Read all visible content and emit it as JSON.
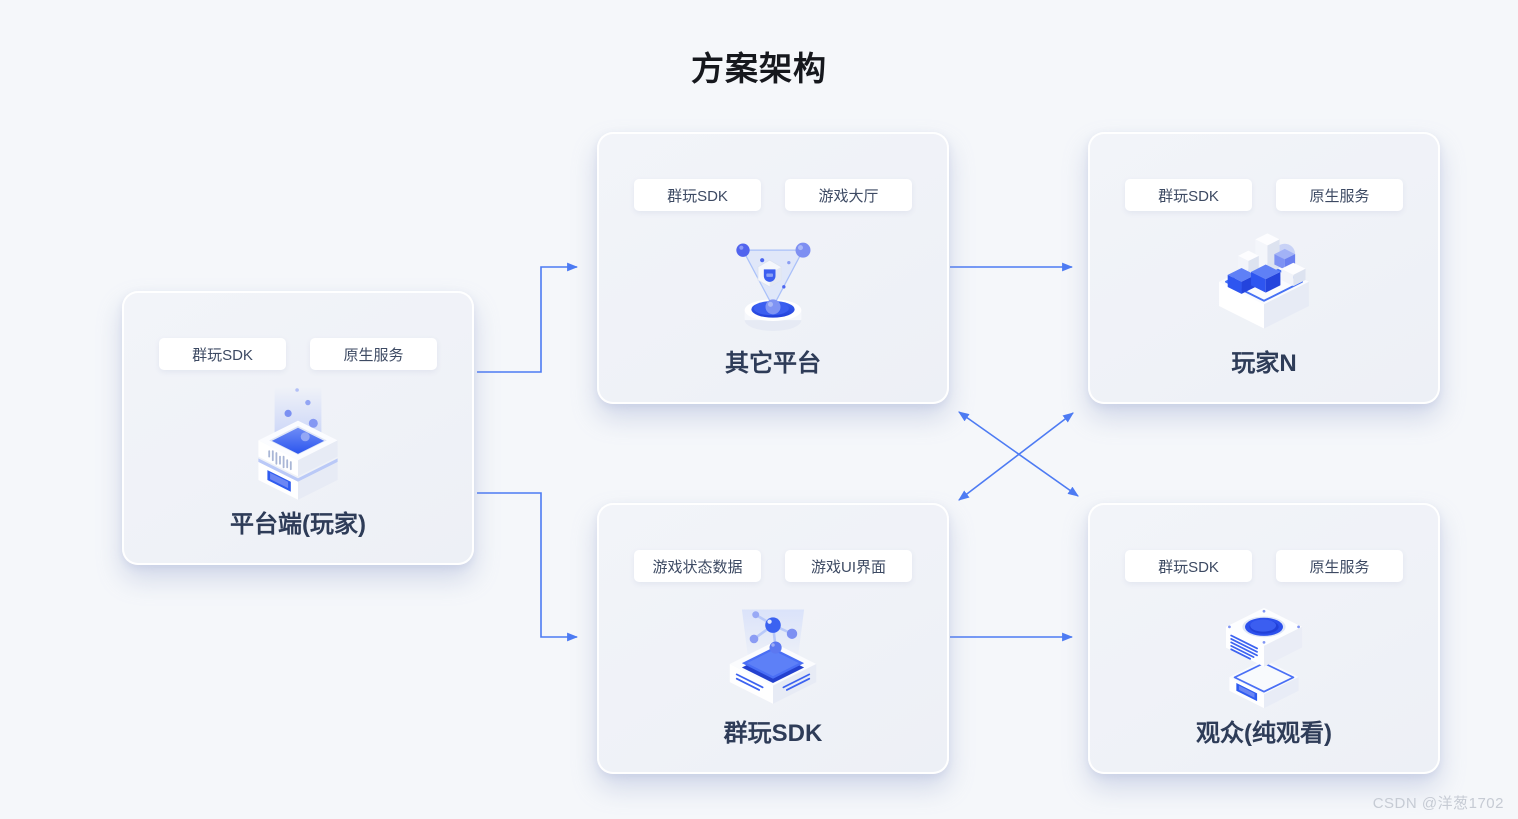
{
  "page": {
    "title": "方案架构",
    "watermark": "CSDN @洋葱1702"
  },
  "colors": {
    "page_bg": "#f5f7fa",
    "card_bg": "#eef1f7",
    "accent_blue": "#2f5cf0",
    "arrow_blue": "#4d7bf3",
    "heading_text": "#16181d",
    "card_title_text": "#2e3c58",
    "tag_text": "#3d4a63",
    "watermark_text": "#c6cbd4"
  },
  "cards": [
    {
      "id": "platform-player",
      "title": "平台端(玩家)",
      "tags": [
        "群玩SDK",
        "原生服务"
      ],
      "icon": "server-stack-icon"
    },
    {
      "id": "other-platform",
      "title": "其它平台",
      "tags": [
        "群玩SDK",
        "游戏大厅"
      ],
      "icon": "network-funnel-icon"
    },
    {
      "id": "player-n",
      "title": "玩家N",
      "tags": [
        "群玩SDK",
        "原生服务"
      ],
      "icon": "blocks-cube-icon"
    },
    {
      "id": "qunwan-sdk",
      "title": "群玩SDK",
      "tags": [
        "游戏状态数据",
        "游戏UI界面"
      ],
      "icon": "molecule-pedestal-icon"
    },
    {
      "id": "audience",
      "title": "观众(纯观看)",
      "tags": [
        "群玩SDK",
        "原生服务"
      ],
      "icon": "viewer-stack-icon"
    }
  ],
  "connections": [
    {
      "from": "平台端(玩家)",
      "to": "其它平台",
      "direction": "one-way"
    },
    {
      "from": "平台端(玩家)",
      "to": "群玩SDK",
      "direction": "one-way"
    },
    {
      "from": "其它平台",
      "to": "玩家N",
      "direction": "one-way"
    },
    {
      "from": "群玩SDK",
      "to": "观众(纯观看)",
      "direction": "one-way"
    },
    {
      "from": "其它平台",
      "to": "观众(纯观看)",
      "direction": "two-way"
    },
    {
      "from": "群玩SDK",
      "to": "玩家N",
      "direction": "two-way"
    }
  ]
}
